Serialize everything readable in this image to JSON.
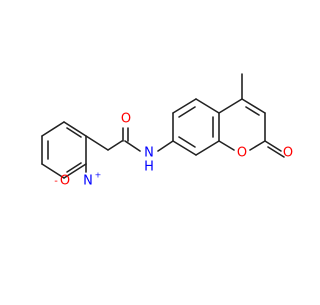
{
  "molecule": {
    "atom_labels": {
      "amide_oxygen": "O",
      "amide_nitrogen": "N",
      "amide_hydrogen": "H",
      "nitro_nitrogen": "N",
      "nitro_plus": "+",
      "nitro_oxygen": "O",
      "nitro_minus": "-",
      "ring_oxygen": "O",
      "lactone_oxygen": "O"
    },
    "colors": {
      "bond": "#222222",
      "oxygen": "#ff0000",
      "nitrogen": "#0000ff"
    }
  }
}
